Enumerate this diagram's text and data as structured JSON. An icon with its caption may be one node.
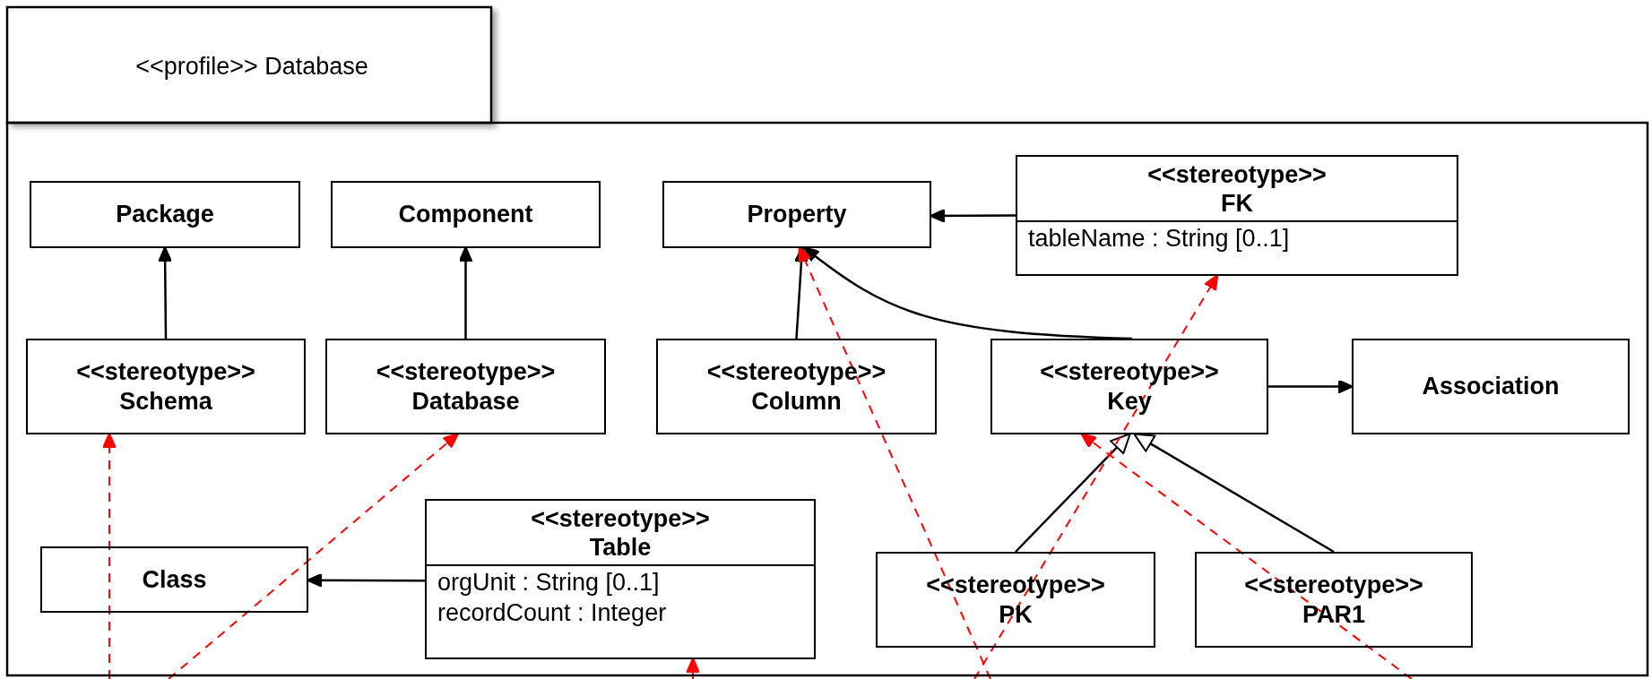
{
  "diagram": {
    "nodes": [
      {
        "text": [
          "<<profile>> Database"
        ]
      },
      {
        "text": [
          "Package"
        ],
        "in": 0
      },
      {
        "text": [
          "Component"
        ],
        "in": 0
      },
      {
        "text": [
          "Property"
        ],
        "in": 0
      },
      {
        "text": [
          "<<stereotype>> FK",
          "tableName : String [0..1]"
        ],
        "in": 0
      },
      {
        "text": [
          "<<stereotype>> Schema"
        ],
        "in": 0
      },
      {
        "text": [
          "<<stereotype>> Database"
        ],
        "in": 0
      },
      {
        "text": [
          "<<stereotype>> Column"
        ],
        "in": 0
      },
      {
        "text": [
          "<<stereotype>> Key"
        ],
        "in": 0
      },
      {
        "text": [
          "Association"
        ],
        "in": 0
      },
      {
        "text": [
          "Class"
        ],
        "in": 0
      },
      {
        "text": [
          "<<stereotype>> Table",
          "orgUnit : String [0..1]",
          "recordCount : Integer"
        ],
        "in": 0
      },
      {
        "text": [
          "<<stereotype>> PK"
        ],
        "in": 0
      },
      {
        "text": [
          "<<stereotype>> PAR1"
        ],
        "in": 0
      }
    ],
    "edges": [
      {
        "from": 5,
        "to": 1,
        "arrow": "to"
      },
      {
        "from": 6,
        "to": 2,
        "arrow": "to"
      },
      {
        "from": 7,
        "to": 3,
        "arrow": "to"
      },
      {
        "from": 8,
        "to": 3,
        "arrow": "to"
      },
      {
        "from": 4,
        "to": 3,
        "arrow": "to"
      },
      {
        "from": 8,
        "to": 9,
        "arrow": "to"
      },
      {
        "from": 11,
        "to": 10,
        "arrow": "to"
      },
      {
        "from": 12,
        "to": 8,
        "arrow": "to"
      },
      {
        "from": 13,
        "to": 8,
        "arrow": "to"
      },
      {
        "from": null,
        "to": 5,
        "arrow": "to",
        "style": "dashed",
        "color": "#ff0000"
      },
      {
        "from": null,
        "to": 6,
        "arrow": "to",
        "style": "dashed",
        "color": "#ff0000"
      },
      {
        "from": null,
        "to": 11,
        "arrow": "to",
        "style": "dashed",
        "color": "#ff0000"
      },
      {
        "from": null,
        "to": 3,
        "arrow": "to",
        "style": "dashed",
        "color": "#ff0000"
      },
      {
        "from": null,
        "to": 4,
        "arrow": "to",
        "style": "dashed",
        "color": "#ff0000"
      },
      {
        "from": null,
        "to": 8,
        "arrow": "to",
        "style": "dashed",
        "color": "#ff0000"
      }
    ]
  }
}
